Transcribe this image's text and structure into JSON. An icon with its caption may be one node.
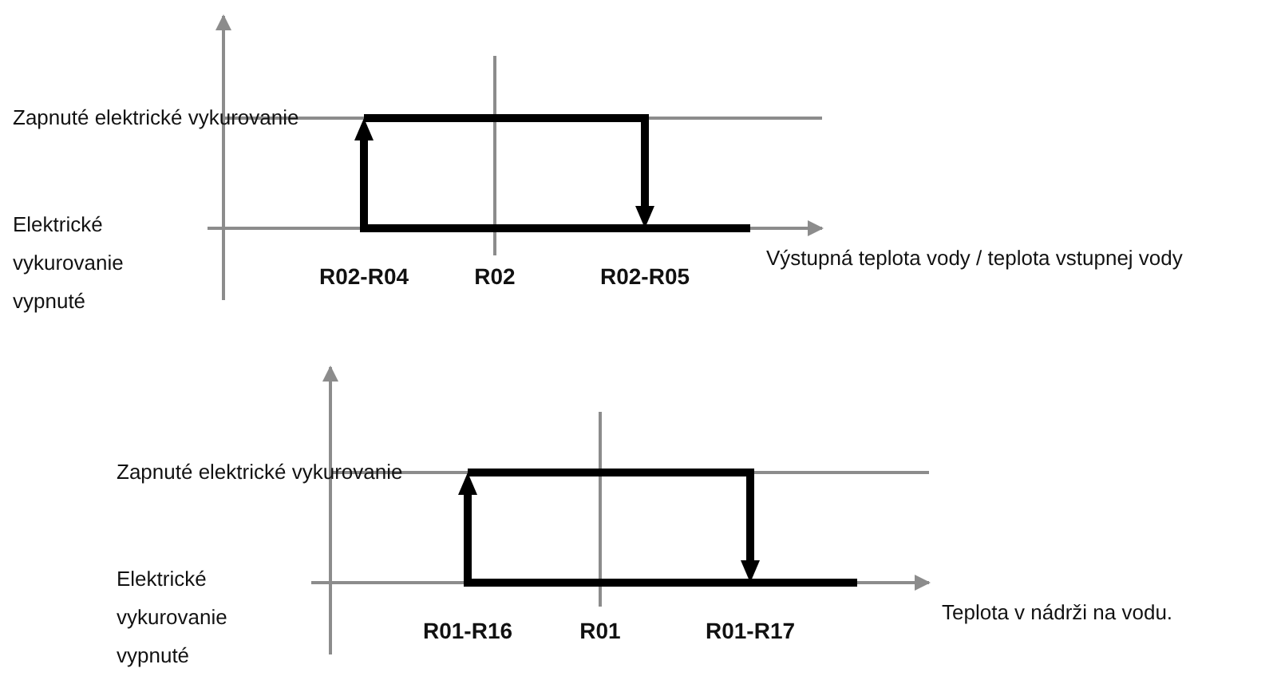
{
  "diagram": {
    "labels": [
      "Zapnuté elektrické vykurovanie",
      "Elektrické vykurovanie vypnuté",
      "R02-R04",
      "R02",
      "R02-R05",
      "Výstupná teplota vody / teplota vstupnej vody",
      "Zapnuté elektrické vykurovanie",
      "Elektrické vykurovanie vypnuté",
      "R01-R16",
      "R01",
      "R01-R17",
      "Teplota v nádrži na vodu."
    ]
  }
}
